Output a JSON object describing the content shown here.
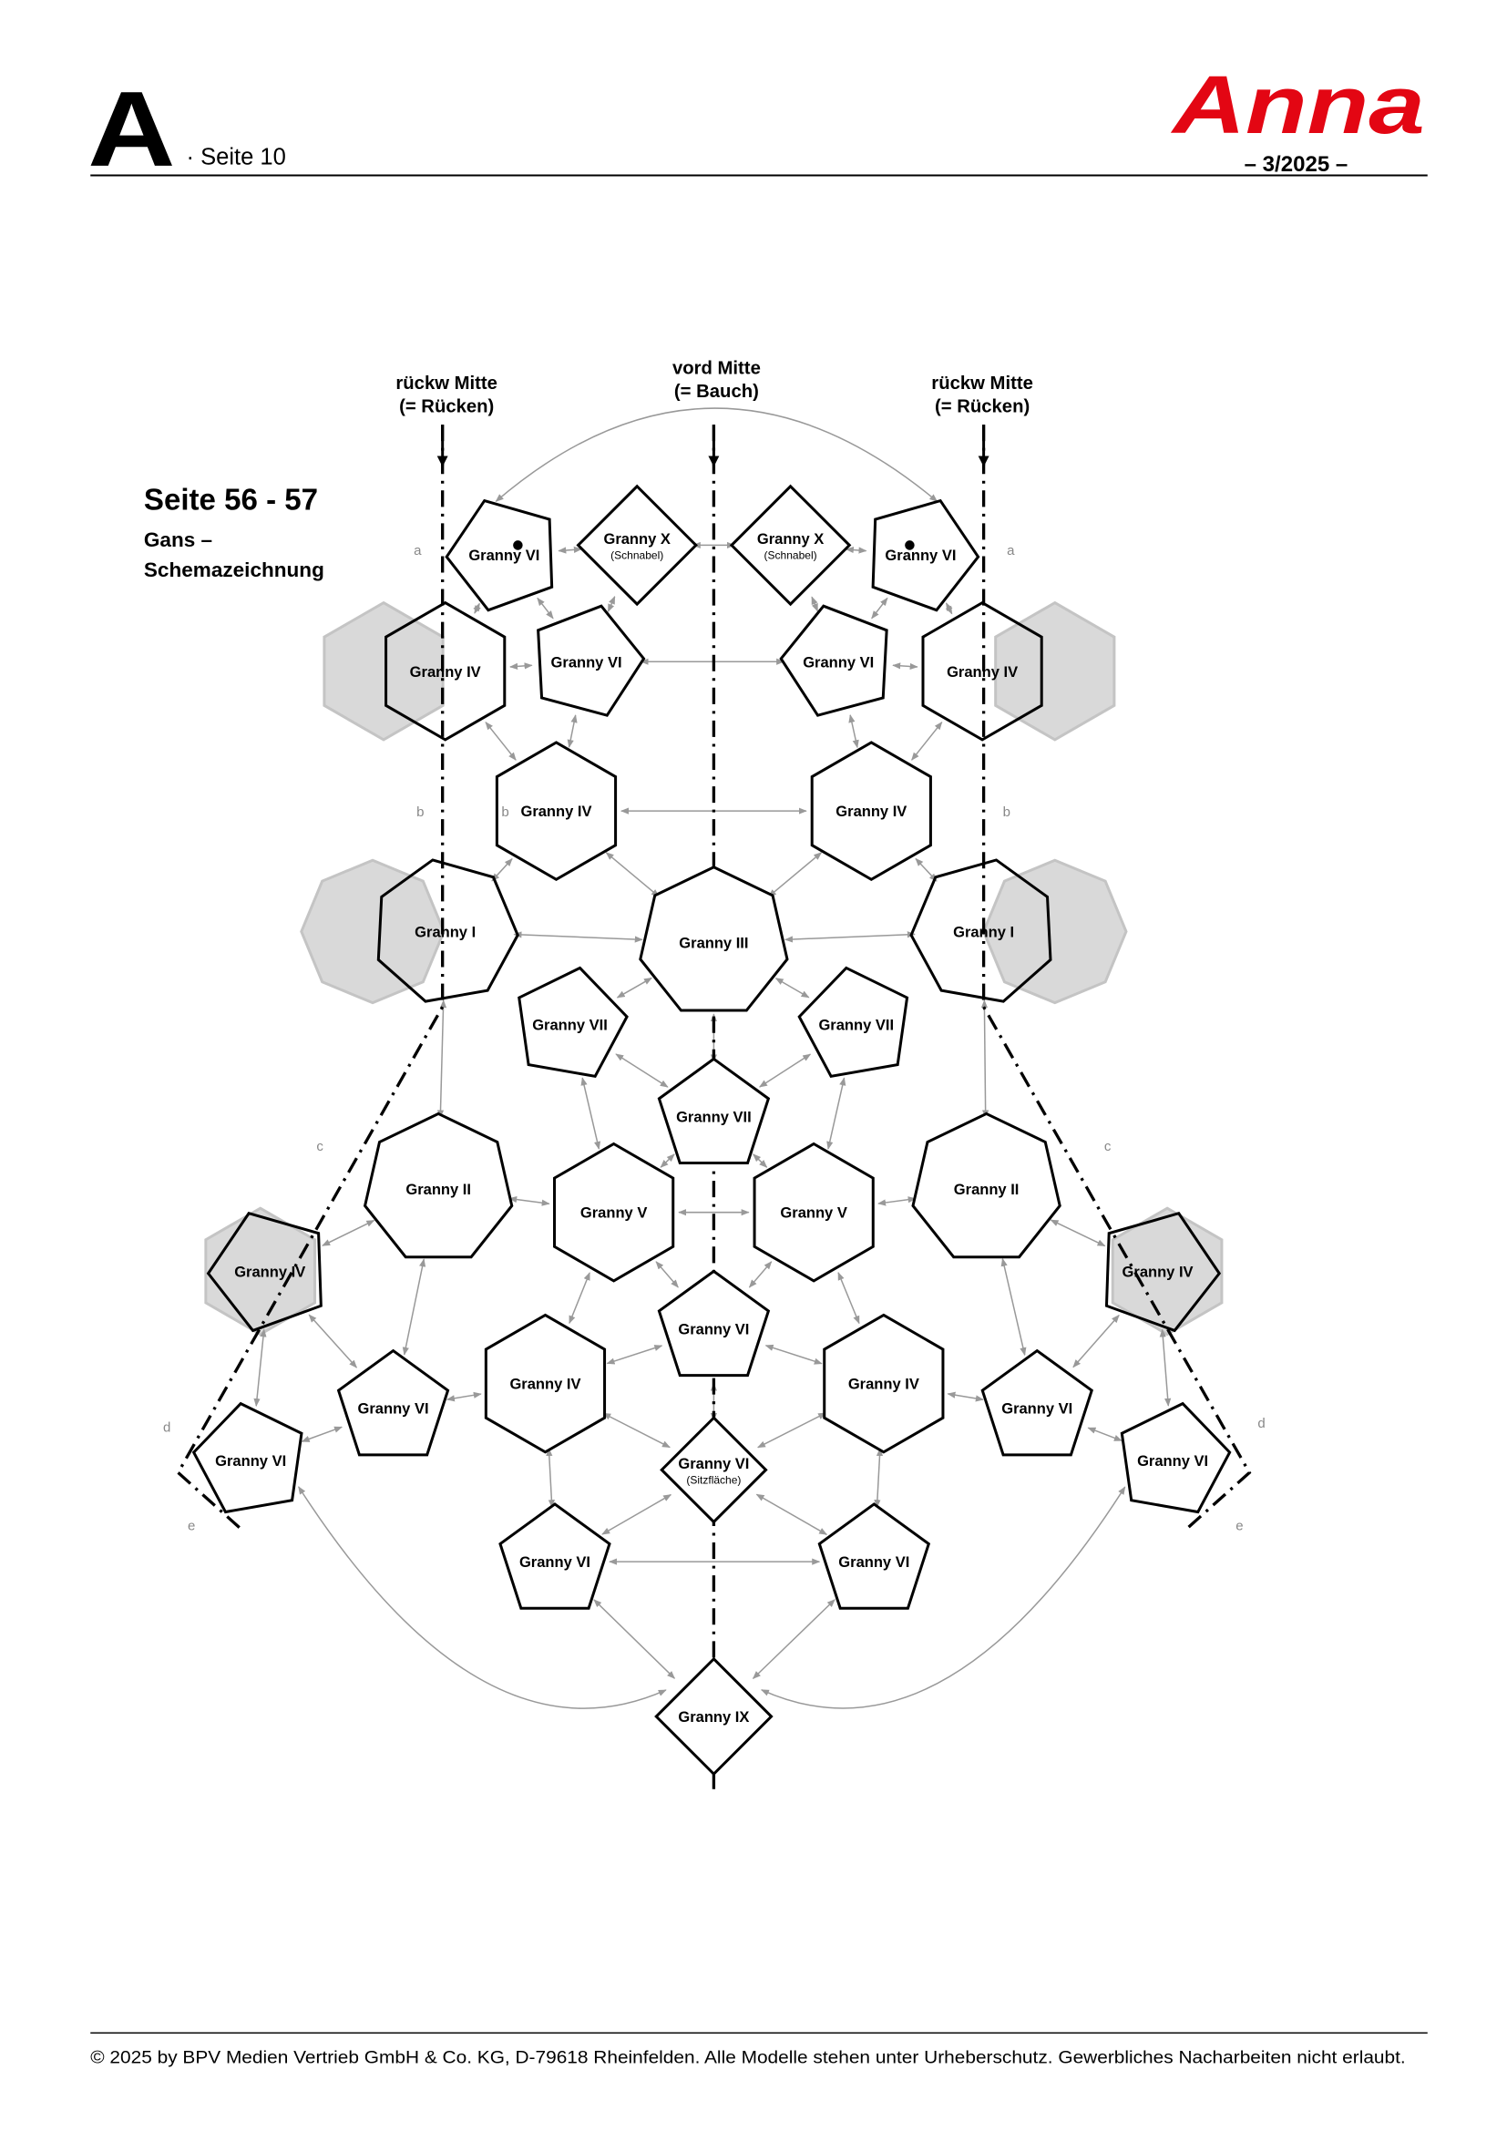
{
  "header": {
    "section_letter": "A",
    "page_label": "· Seite 10",
    "brand": "Anna",
    "issue": "– 3/2025 –"
  },
  "title": {
    "pages": "Seite 56 - 57",
    "subtitle_line1": "Gans –",
    "subtitle_line2": "Schemazeichnung"
  },
  "axes": {
    "left": [
      "rückw Mitte",
      "(= Rücken)"
    ],
    "center": [
      "vord Mitte",
      "(= Bauch)"
    ],
    "right": [
      "rückw Mitte",
      "(= Rücken)"
    ]
  },
  "markers": {
    "a": "a",
    "b": "b",
    "c": "c",
    "d": "d",
    "e": "e"
  },
  "nodes": [
    {
      "label": "Granny VI"
    },
    {
      "label": "Granny X",
      "sub": "(Schnabel)"
    },
    {
      "label": "Granny X",
      "sub": "(Schnabel)"
    },
    {
      "label": "Granny VI"
    },
    {
      "label": "Granny IV"
    },
    {
      "label": "Granny VI"
    },
    {
      "label": "Granny VI"
    },
    {
      "label": "Granny IV"
    },
    {
      "label": "Granny IV"
    },
    {
      "label": "Granny IV"
    },
    {
      "label": "Granny I"
    },
    {
      "label": "Granny III"
    },
    {
      "label": "Granny I"
    },
    {
      "label": "Granny VII"
    },
    {
      "label": "Granny VII"
    },
    {
      "label": "Granny VII"
    },
    {
      "label": "Granny II"
    },
    {
      "label": "Granny V"
    },
    {
      "label": "Granny V"
    },
    {
      "label": "Granny II"
    },
    {
      "label": "Granny IV"
    },
    {
      "label": "Granny VI"
    },
    {
      "label": "Granny IV"
    },
    {
      "label": "Granny IV"
    },
    {
      "label": "Granny IV"
    },
    {
      "label": "Granny VI"
    },
    {
      "label": "Granny VI"
    },
    {
      "label": "Granny VI"
    },
    {
      "label": "Granny VI",
      "sub": "(Sitzfläche)"
    },
    {
      "label": "Granny VI"
    },
    {
      "label": "Granny VI"
    },
    {
      "label": "Granny VI"
    },
    {
      "label": "Granny IX"
    }
  ],
  "footer": "© 2025 by BPV Medien Vertrieb GmbH & Co. KG, D-79618 Rheinfelden. Alle Modelle stehen unter Urheberschutz. Gewerbliches Nacharbeiten nicht erlaubt.",
  "colors": {
    "brand": "#e30613",
    "connector": "#999999",
    "shadow": "#d9d9d9"
  }
}
